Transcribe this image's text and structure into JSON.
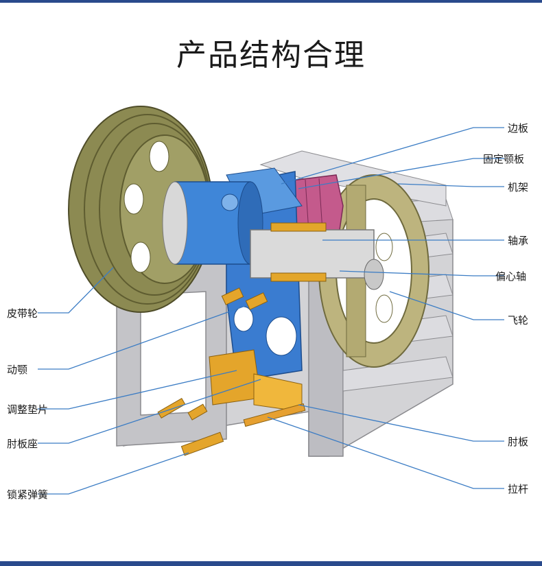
{
  "title": "产品结构合理",
  "colors": {
    "bar": "#2a4a8c",
    "leader": "#3b7cc4",
    "frame": "#c9c9cc",
    "pulley": "#8c8a52",
    "body": "#3d7fd0",
    "shaft": "#d9d9d9",
    "jaw": "#c5568a",
    "flywheel": "#b9b07a",
    "bearing": "#e0a526"
  },
  "labels": {
    "side_plate": "边板",
    "fixed_jaw": "固定颚板",
    "frame": "机架",
    "bearing": "轴承",
    "eccentric_shaft": "偏心轴",
    "flywheel": "飞轮",
    "toggle_plate": "肘板",
    "tie_rod": "拉杆",
    "belt_pulley": "皮带轮",
    "moving_jaw": "动颚",
    "adjusting_shim": "调整垫片",
    "toggle_seat": "肘板座",
    "locking_spring": "锁紧弹簧"
  }
}
